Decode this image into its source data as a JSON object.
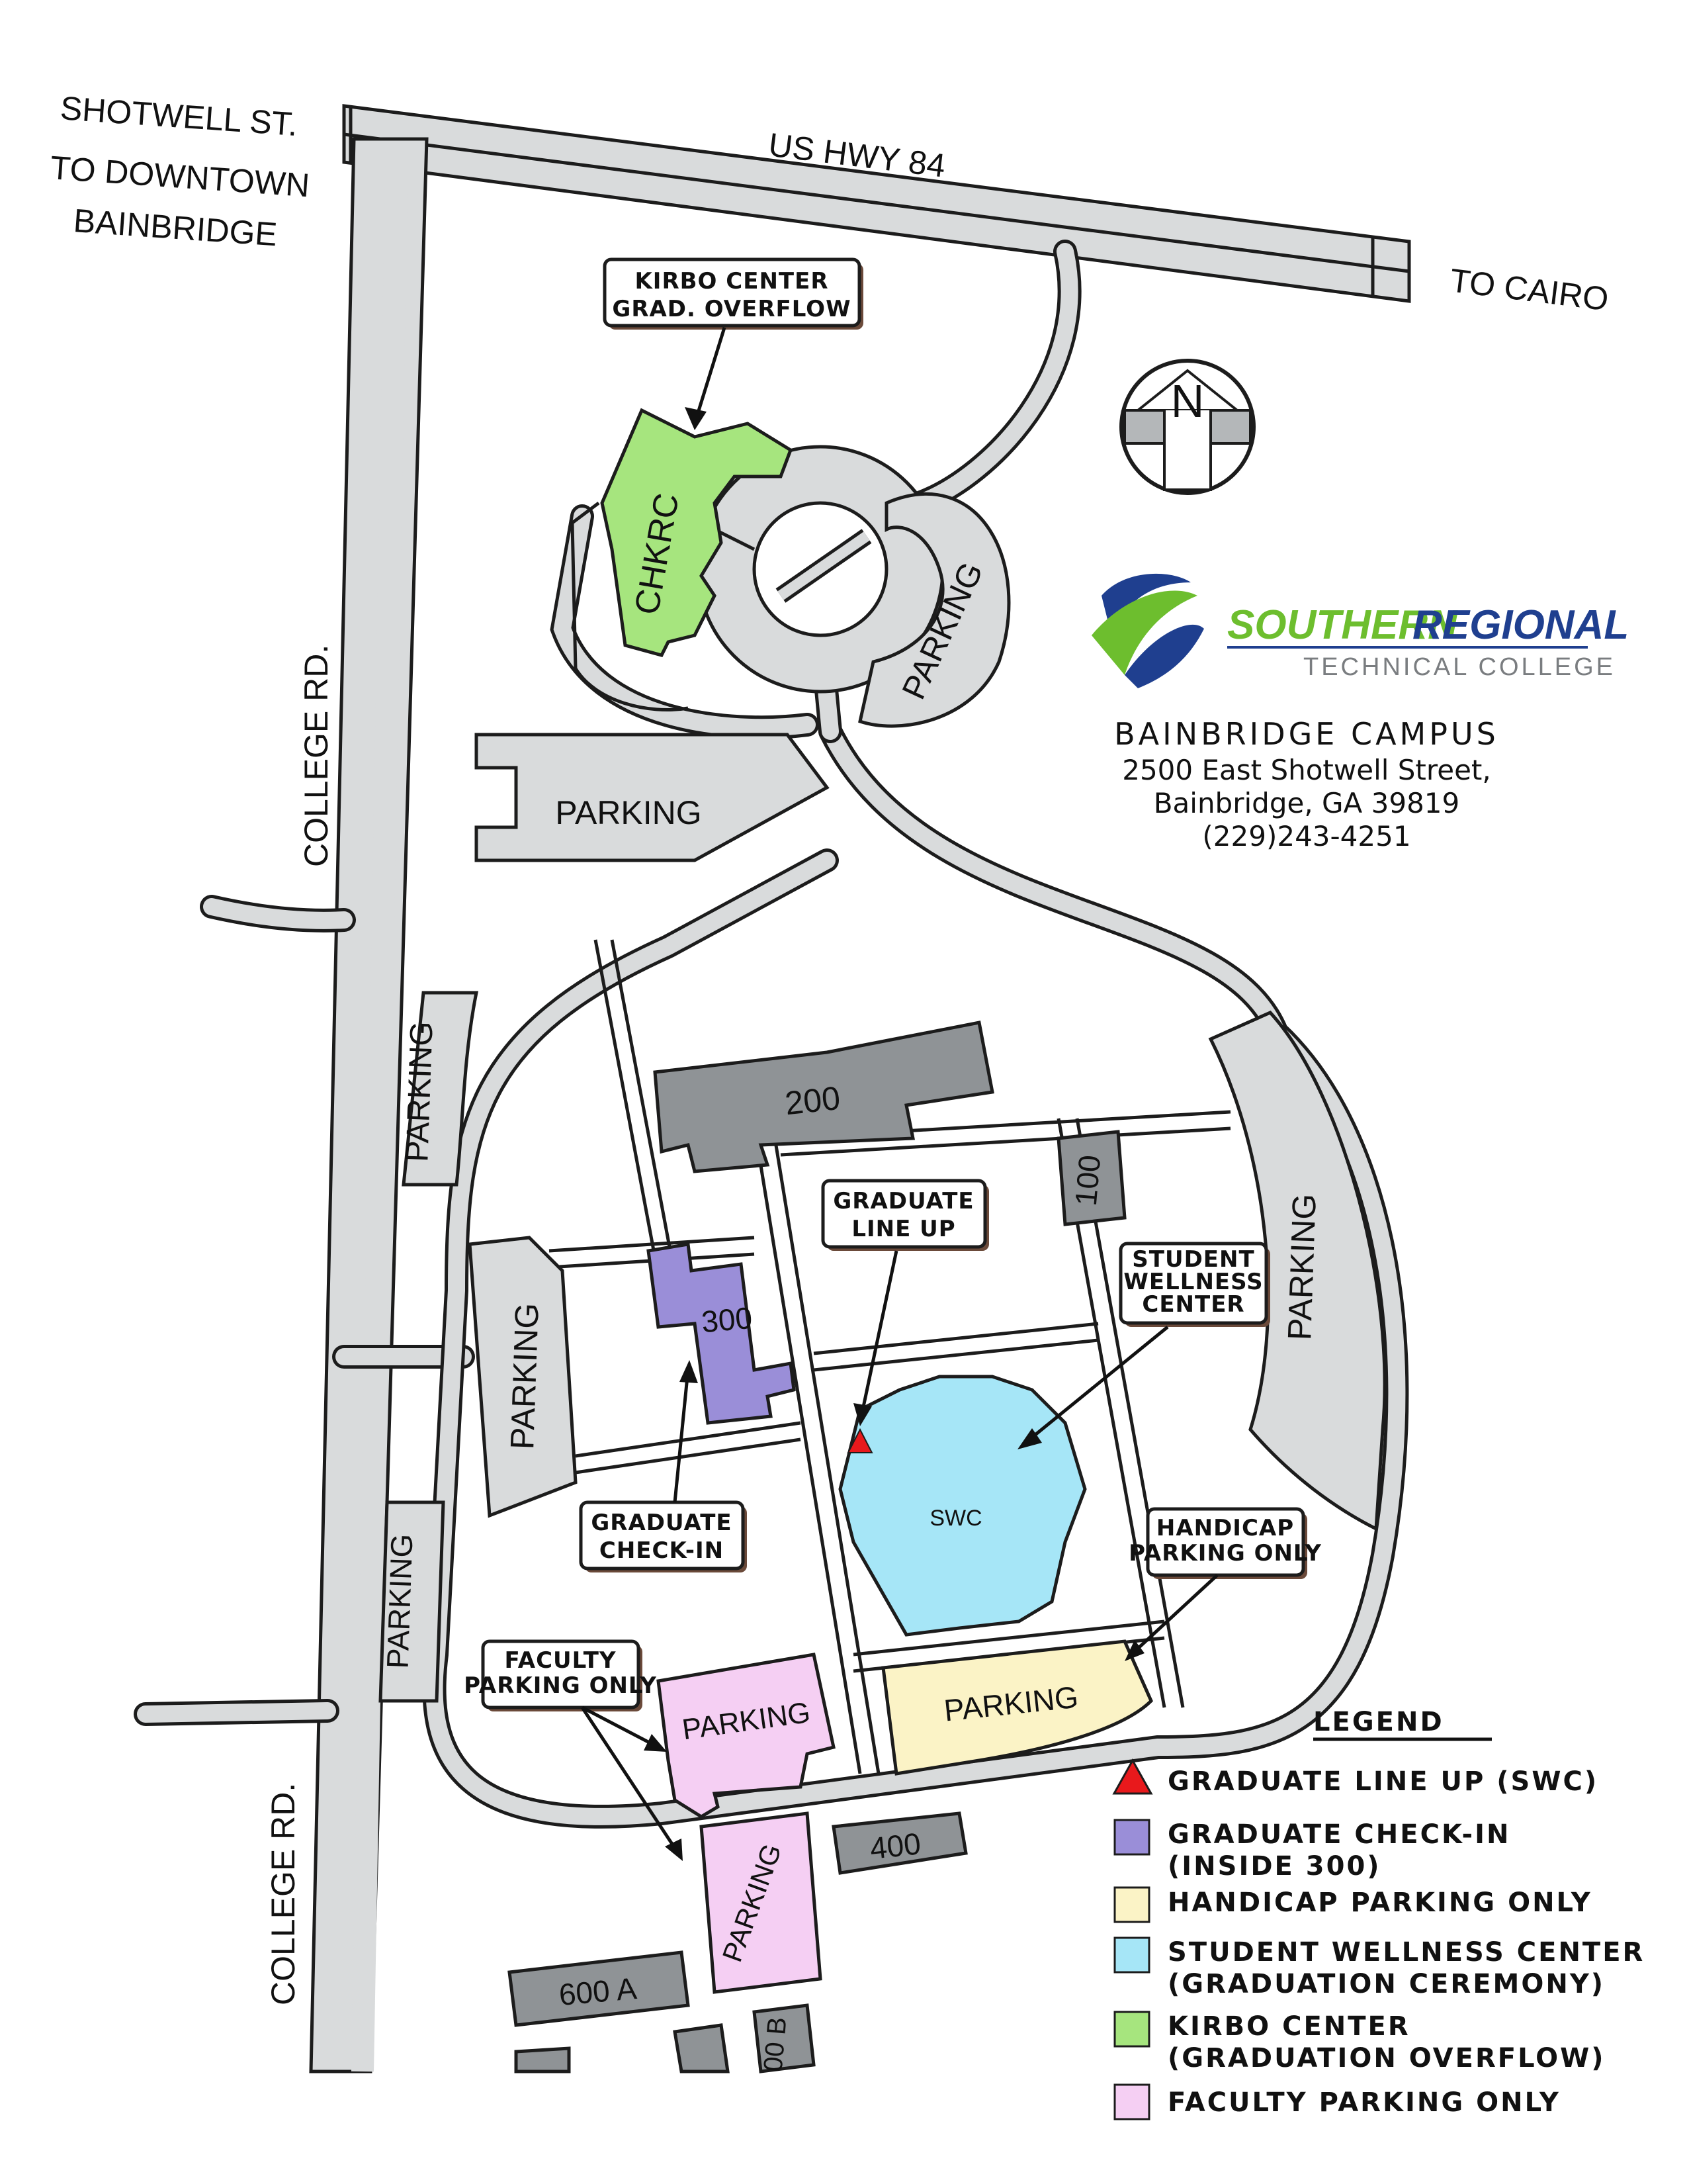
{
  "roads": {
    "shotwell": "SHOTWELL ST.",
    "us84": "US HWY 84",
    "downtown_1": "TO DOWNTOWN",
    "downtown_2": "BAINBRIDGE",
    "cairo": "TO CAIRO",
    "college_rd": "COLLEGE RD."
  },
  "buildings": {
    "b200": "200",
    "b100": "100",
    "b300": "300",
    "b400": "400",
    "b600a": "600 A",
    "b600b": "00 B",
    "chkrc": "CHKRC",
    "swc": "SWC"
  },
  "parking_label": "PARKING",
  "compass": "N",
  "logo": {
    "name_1": "SOUTHERN",
    "name_2": "REGIONAL",
    "sub": "TECHNICAL COLLEGE"
  },
  "campus": {
    "name": "BAINBRIDGE CAMPUS",
    "street": "2500 East Shotwell Street,",
    "city": "Bainbridge, GA 39819",
    "phone": "(229)243-4251"
  },
  "callouts": {
    "kirbo_1": "KIRBO CENTER",
    "kirbo_2": "GRAD. OVERFLOW",
    "lineup_1": "GRADUATE",
    "lineup_2": "LINE UP",
    "wellness_1": "STUDENT",
    "wellness_2": "WELLNESS",
    "wellness_3": "CENTER",
    "checkin_1": "GRADUATE",
    "checkin_2": "CHECK-IN",
    "handicap_1": "HANDICAP",
    "handicap_2": "PARKING ONLY",
    "faculty_1": "FACULTY",
    "faculty_2": "PARKING ONLY"
  },
  "legend": {
    "title": "LEGEND",
    "items": [
      {
        "line1": "GRADUATE LINE UP (SWC)",
        "line2": "",
        "color": "#e8191c",
        "shape": "triangle"
      },
      {
        "line1": "GRADUATE CHECK-IN",
        "line2": "(INSIDE 300)",
        "color": "#9a8ed8",
        "shape": "square"
      },
      {
        "line1": "HANDICAP PARKING ONLY",
        "line2": "",
        "color": "#fbf3c6",
        "shape": "square"
      },
      {
        "line1": "STUDENT WELLNESS CENTER",
        "line2": "(GRADUATION CEREMONY)",
        "color": "#a6e6f7",
        "shape": "square"
      },
      {
        "line1": "KIRBO CENTER",
        "line2": "(GRADUATION OVERFLOW)",
        "color": "#a6e57e",
        "shape": "square"
      },
      {
        "line1": "FACULTY PARKING ONLY",
        "line2": "",
        "color": "#f5cff3",
        "shape": "square"
      }
    ]
  },
  "colors": {
    "road": "#d9dbdc",
    "building": "#8f9396",
    "checkin": "#9a8ed8",
    "handicap": "#fbf3c6",
    "swc": "#a6e6f7",
    "kirbo": "#a6e57e",
    "faculty": "#f5cff3",
    "lineup": "#e8191c",
    "logo_green": "#6dbe2e",
    "logo_blue": "#1f3f8f"
  }
}
